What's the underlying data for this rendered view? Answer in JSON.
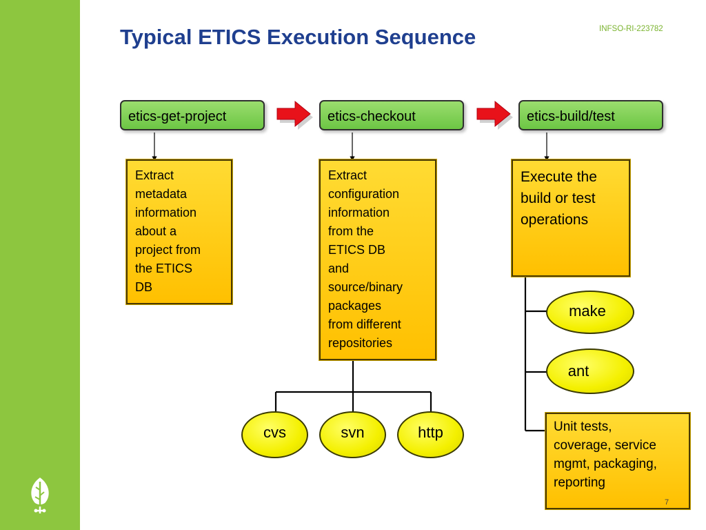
{
  "header": {
    "title": "Typical ETICS Execution Sequence",
    "code": "INFSO-RI-223782"
  },
  "steps": [
    {
      "label": "etics-get-project"
    },
    {
      "label": "etics-checkout"
    },
    {
      "label": "etics-build/test"
    }
  ],
  "descriptions": {
    "get_project": "Extract\nmetadata\ninformation\nabout a\nproject from\nthe ETICS\nDB",
    "checkout": "Extract\nconfiguration\ninformation\nfrom the\nETICS DB\nand\nsource/binary\npackages\nfrom different\nrepositories",
    "build": "Execute the\nbuild or test\noperations"
  },
  "repositories": [
    "cvs",
    "svn",
    "http"
  ],
  "build_tools": [
    "make",
    "ant"
  ],
  "build_extra": "Unit tests,\ncoverage, service\nmgmt, packaging,\nreporting",
  "footer": {
    "page_number": "7"
  },
  "colors": {
    "sidebar": "#8dc63f",
    "title": "#1f3f8f",
    "step_box": "#7fd050",
    "desc_box": "#ffc000",
    "oval": "#f4f000",
    "arrow": "#e8121a"
  }
}
